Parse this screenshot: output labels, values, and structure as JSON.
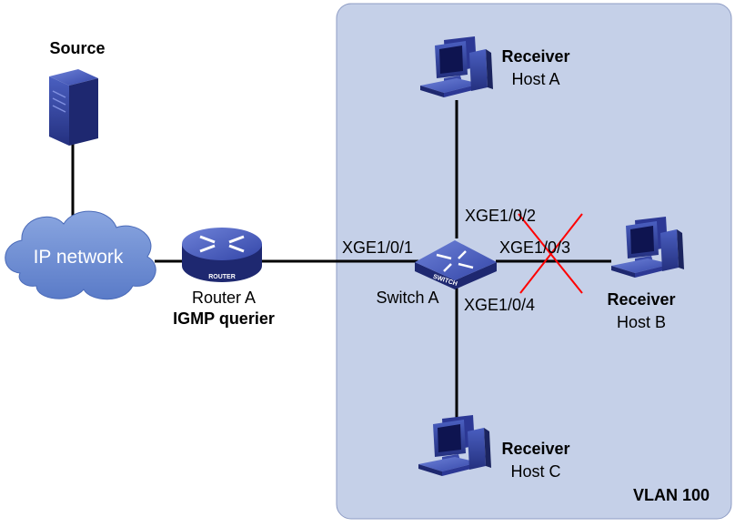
{
  "vlan_label": "VLAN 100",
  "source": {
    "role": "Source",
    "icon": "server-icon"
  },
  "network": {
    "label": "IP network",
    "icon": "cloud-icon"
  },
  "router": {
    "name": "Router A",
    "role": "IGMP querier",
    "badge": "ROUTER",
    "icon": "router-icon"
  },
  "switch": {
    "name": "Switch A",
    "badge": "SWITCH",
    "icon": "switch-icon"
  },
  "ports": {
    "p1": "XGE1/0/1",
    "p2": "XGE1/0/2",
    "p3": "XGE1/0/3",
    "p4": "XGE1/0/4"
  },
  "hosts": {
    "a": {
      "role": "Receiver",
      "name": "Host A",
      "icon": "pc-icon"
    },
    "b": {
      "role": "Receiver",
      "name": "Host B",
      "icon": "pc-icon",
      "link_failed": true
    },
    "c": {
      "role": "Receiver",
      "name": "Host C",
      "icon": "pc-icon"
    }
  },
  "colors": {
    "vlan_fill": "#c5d0e8",
    "vlan_stroke": "#8e9cc4",
    "device_blue": "#2c3895",
    "cloud_blue": "#6f8fd3",
    "failure_red": "#ff0000"
  }
}
